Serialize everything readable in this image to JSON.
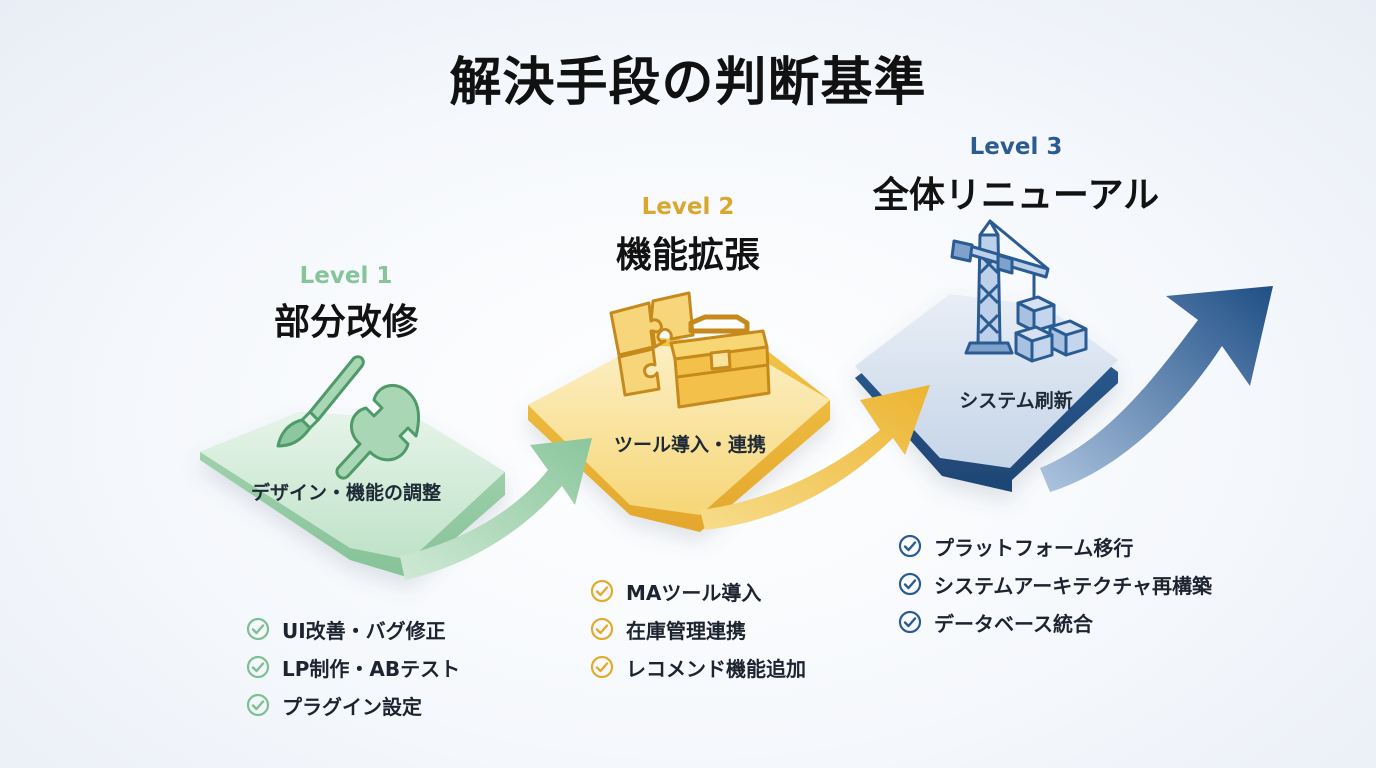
{
  "title": "解決手段の判断基準",
  "levels": [
    {
      "tag": "Level 1",
      "name": "部分改修",
      "platform_label": "デザイン・機能の調整",
      "items": [
        "UI改善・バグ修正",
        "LP制作・ABテスト",
        "プラグイン設定"
      ],
      "icon": "paintbrush-wrench-icon",
      "color": "#8fcaa0"
    },
    {
      "tag": "Level 2",
      "name": "機能拡張",
      "platform_label": "ツール導入・連携",
      "items": [
        "MAツール導入",
        "在庫管理連携",
        "レコメンド機能追加"
      ],
      "icon": "puzzle-toolbox-icon",
      "color": "#f0bd3e"
    },
    {
      "tag": "Level 3",
      "name": "全体リニューアル",
      "platform_label": "システム刷新",
      "items": [
        "プラットフォーム移行",
        "システムアーキテクチャ再構築",
        "データベース統合"
      ],
      "icon": "crane-blocks-icon",
      "color": "#2f5f95"
    }
  ]
}
